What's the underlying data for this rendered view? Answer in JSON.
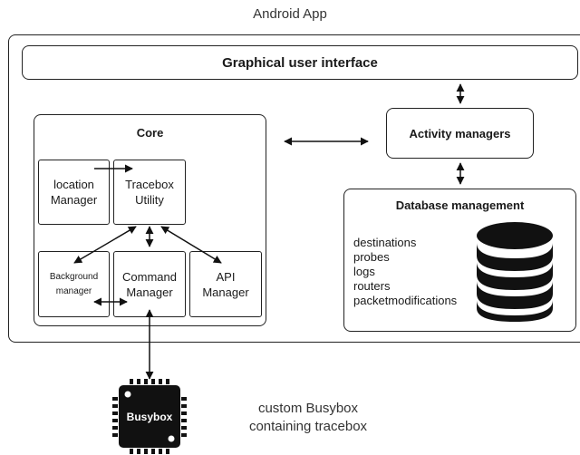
{
  "title": "Android App",
  "gui": {
    "label": "Graphical user interface"
  },
  "core": {
    "label": "Core",
    "modules": {
      "location": "location\nManager",
      "tracebox": "Tracebox\nUtility",
      "background": "Background\nmanager",
      "command": "Command\nManager",
      "api": "API\nManager"
    }
  },
  "activity": {
    "label": "Activity managers"
  },
  "database": {
    "label": "Database management",
    "tables": [
      "destinations",
      "probes",
      "logs",
      "routers",
      "packetmodifications"
    ]
  },
  "chip": {
    "label": "Busybox",
    "caption_line1": "custom Busybox",
    "caption_line2": "containing tracebox"
  },
  "colors": {
    "stroke": "#222222",
    "chip_fill": "#111111",
    "database_icon": "#111111"
  }
}
